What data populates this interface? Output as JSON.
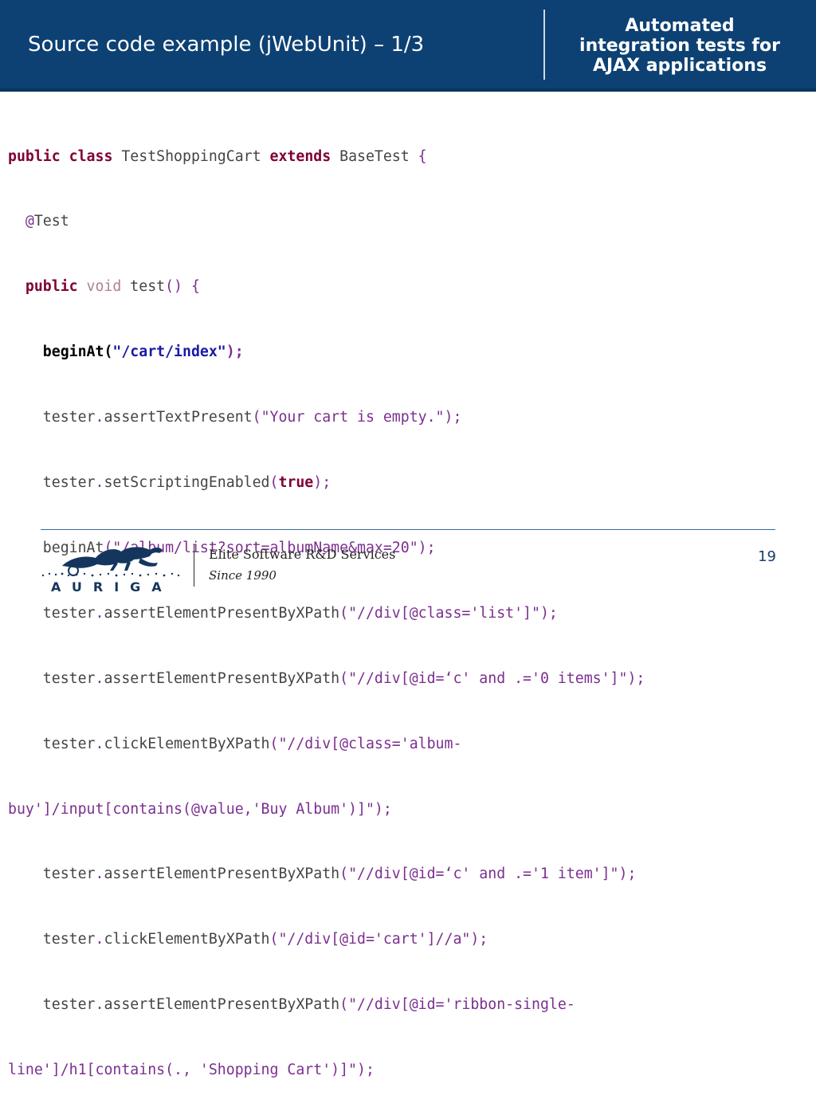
{
  "header": {
    "slide_title": "Source code example (jWebUnit) – 1/3",
    "deck_title_lines": [
      "Automated",
      "integration tests for",
      "AJAX applications"
    ]
  },
  "code": {
    "l1": {
      "a": "public class",
      "b": " TestShoppingCart ",
      "c": "extends",
      "d": " BaseTest ",
      "e": "{"
    },
    "l2": {
      "a": "  @",
      "b": "Test"
    },
    "l3": {
      "a": "  public",
      "b": " void",
      "c": " test",
      "d": "() {"
    },
    "l4": {
      "a": "    beginAt",
      "b": "(",
      "c": "\"/cart/index\"",
      "d": ");"
    },
    "l5": {
      "a": "    tester",
      "b": ".",
      "c": "assertTextPresent",
      "d": "(",
      "e": "\"Your cart is empty.\"",
      "f": ");"
    },
    "l6": {
      "a": "    tester",
      "b": ".",
      "c": "setScriptingEnabled",
      "d": "(",
      "e": "true",
      "f": ");"
    },
    "l7": {
      "a": "    beginAt",
      "b": "(",
      "c": "\"/album/list?sort=albumName&max=20\"",
      "d": ");"
    },
    "l8": {
      "a": "    tester",
      "b": ".",
      "c": "assertElementPresentByXPath",
      "d": "(",
      "e": "\"//div[@class='list']\"",
      "f": ");"
    },
    "l9": {
      "a": "    tester",
      "b": ".",
      "c": "assertElementPresentByXPath",
      "d": "(",
      "e": "\"//div[@id=‘c' and .='0 items']\"",
      "f": ");"
    },
    "l10": {
      "a": "    tester",
      "b": ".",
      "c": "clickElementByXPath",
      "d": "(",
      "e": "\"//div[@class='album-"
    },
    "l11": {
      "a": "buy']/input[contains(@value,'Buy Album')]\"",
      "b": ");"
    },
    "l12": {
      "a": "    tester",
      "b": ".",
      "c": "assertElementPresentByXPath",
      "d": "(",
      "e": "\"//div[@id=‘c' and .='1 item']\"",
      "f": ");"
    },
    "l13": {
      "a": "    tester",
      "b": ".",
      "c": "clickElementByXPath",
      "d": "(",
      "e": "\"//div[@id='cart']//a\"",
      "f": ");"
    },
    "l14": {
      "a": "    tester",
      "b": ".",
      "c": "assertElementPresentByXPath",
      "d": "(",
      "e": "\"//div[@id='ribbon-single-"
    },
    "l15": {
      "a": "line']/h1[contains(., 'Shopping Cart')]\"",
      "b": ");"
    }
  },
  "footer": {
    "logo_text": "AURIGA",
    "company": "Elite Software R&D Services",
    "since": "Since 1990",
    "page_number": "19"
  },
  "colors": {
    "header_bg": "#0d4173",
    "keyword": "#7f0035",
    "string": "#7b2f8f",
    "footer_rule": "#3a6a9a"
  }
}
